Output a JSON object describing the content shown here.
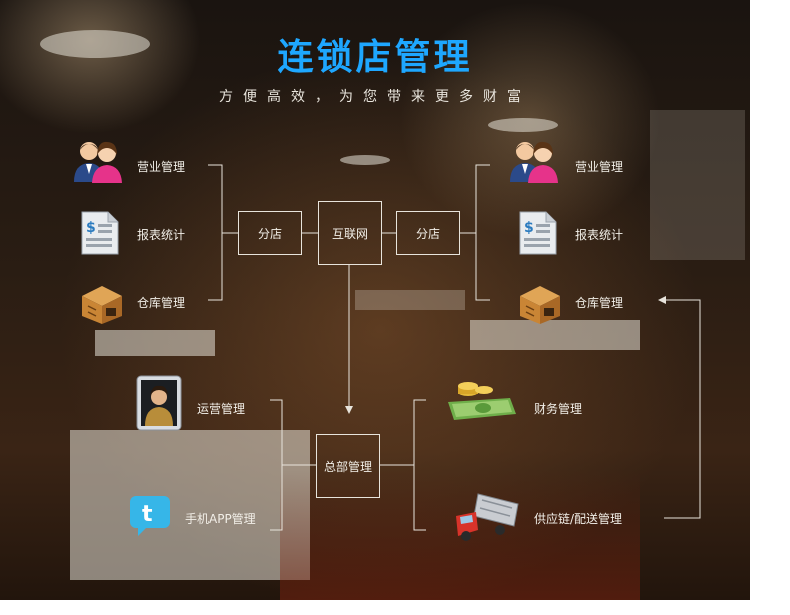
{
  "header": {
    "title": "连锁店管理",
    "subtitle": "方便高效，为您带来更多财富"
  },
  "left_group": {
    "items": [
      {
        "label": "营业管理",
        "icon": "people-icon"
      },
      {
        "label": "报表统计",
        "icon": "report-document-icon"
      },
      {
        "label": "仓库管理",
        "icon": "warehouse-box-icon"
      }
    ]
  },
  "right_group": {
    "items": [
      {
        "label": "营业管理",
        "icon": "people-icon"
      },
      {
        "label": "报表统计",
        "icon": "report-document-icon"
      },
      {
        "label": "仓库管理",
        "icon": "warehouse-box-icon"
      }
    ]
  },
  "center": {
    "left_branch": "分店",
    "internet": "互联网",
    "right_branch": "分店",
    "headquarters": "总部管理"
  },
  "bottom_left": {
    "items": [
      {
        "label": "运营管理",
        "icon": "operator-person-icon"
      },
      {
        "label": "手机APP管理",
        "icon": "mobile-app-icon"
      }
    ]
  },
  "bottom_right": {
    "items": [
      {
        "label": "财务管理",
        "icon": "money-icon"
      },
      {
        "label": "供应链/配送管理",
        "icon": "delivery-truck-icon"
      }
    ]
  },
  "colors": {
    "title": "#1ea7ff",
    "line": "#e8e4dc",
    "background": "#2a1d13"
  }
}
